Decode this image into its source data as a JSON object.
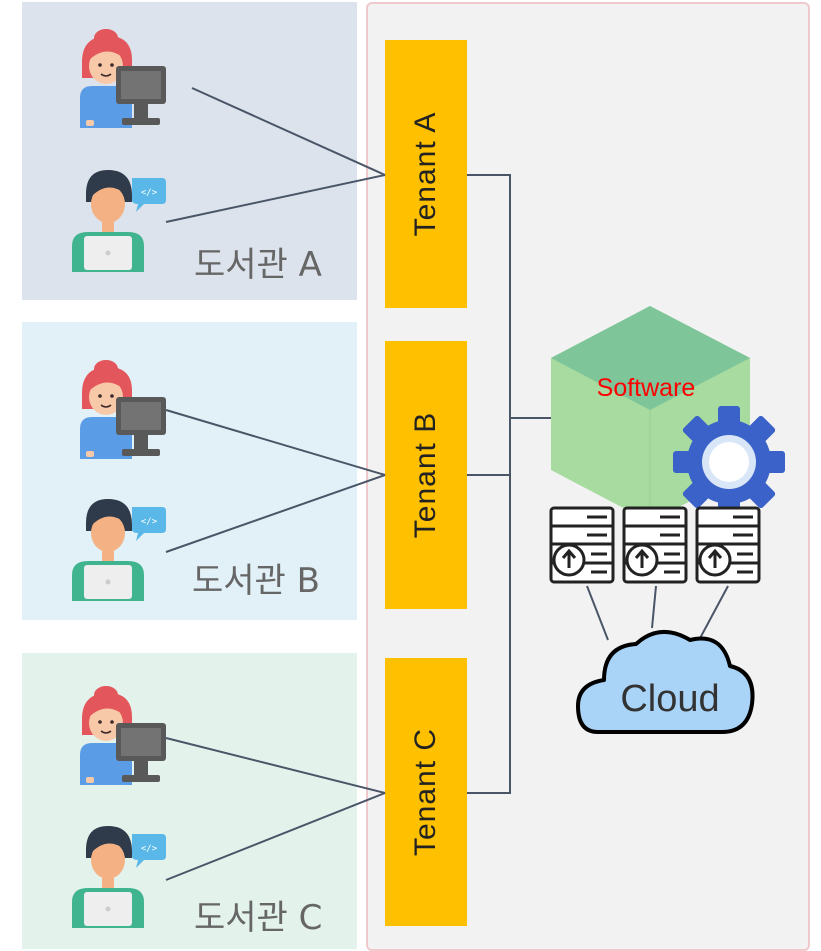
{
  "libraries": [
    {
      "label": "도서관 A"
    },
    {
      "label": "도서관 B"
    },
    {
      "label": "도서관 C"
    }
  ],
  "tenants": [
    {
      "label": "Tenant A"
    },
    {
      "label": "Tenant B"
    },
    {
      "label": "Tenant C"
    }
  ],
  "software": {
    "label": "Software"
  },
  "cloud": {
    "label": "Cloud"
  },
  "colors": {
    "tenant": "#ffc000",
    "software_cube": "#a8dba0",
    "software_text": "#ff0000",
    "gear": "#3a62c8",
    "cloud": "#a9d4f7"
  }
}
